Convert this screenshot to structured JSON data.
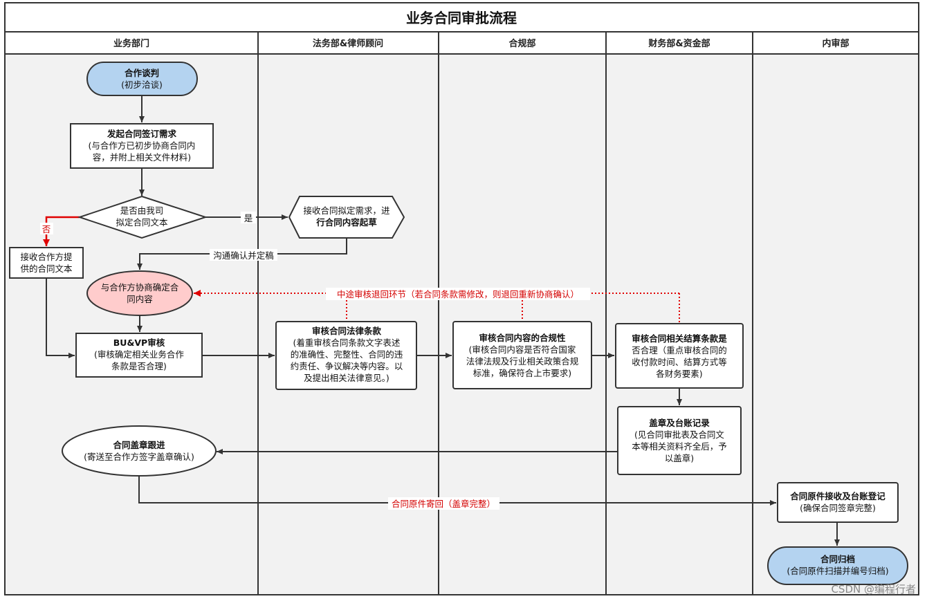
{
  "title": "业务合同审批流程",
  "lanes": [
    "业务部门",
    "法务部&律师顾问",
    "合规部",
    "财务部&资金部",
    "内审部"
  ],
  "nodes": {
    "n1": [
      "合作谈判",
      "(初步洽谈)"
    ],
    "n2": [
      "发起合同签订需求",
      "(与合作方已初步协商合同内",
      "容，并附上相关文件材料)"
    ],
    "n3": [
      "是否由我司",
      "拟定合同文本"
    ],
    "n4": [
      "接收合同拟定需求，进",
      "行合同内容起草"
    ],
    "n5": [
      "接收合作方提",
      "供的合同文本"
    ],
    "n6": [
      "与合作方协商确定合",
      "同内容"
    ],
    "n7": [
      "BU&VP审核",
      "(审核确定相关业务合作",
      "条款是否合理)"
    ],
    "n8": [
      "审核合同法律条款",
      "(着重审核合同条款文字表述",
      "的准确性、完整性、合同的违",
      "约责任、争议解决等内容。以",
      "及提出相关法律意见。)"
    ],
    "n9": [
      "审核合同内容的合规性",
      "(审核合同内容是否符合国家",
      "法律法规及行业相关政策合规",
      "标准，确保符合上市要求)"
    ],
    "n10": [
      "审核合同相关结算条款是",
      "否合理（重点审核合同的",
      "收付款时间、结算方式等",
      "各财务要素)"
    ],
    "n11": [
      "盖章及台账记录",
      "(见合同审批表及合同文",
      "本等相关资料齐全后，予",
      "以盖章)"
    ],
    "n12": [
      "合同盖章跟进",
      "(寄送至合作方签字盖章确认)"
    ],
    "n13": [
      "合同原件接收及台账登记",
      "(确保合同签章完整)"
    ],
    "n14": [
      "合同归档",
      "(合同原件扫描并编号归档)"
    ]
  },
  "edge_labels": {
    "yes": "是",
    "no": "否",
    "confirm": "沟通确认并定稿",
    "return": "中途审核退回环节（若合同条款需修改，则退回重新协商确认）",
    "send_back": "合同原件寄回（盖章完整）"
  },
  "watermark": "CSDN @编程行者",
  "colors": {
    "lane_bg": "#f2f2f2",
    "start_fill": "#b4d3f0",
    "negotiate_fill": "#ffcccc",
    "return_line": "#e00000"
  }
}
